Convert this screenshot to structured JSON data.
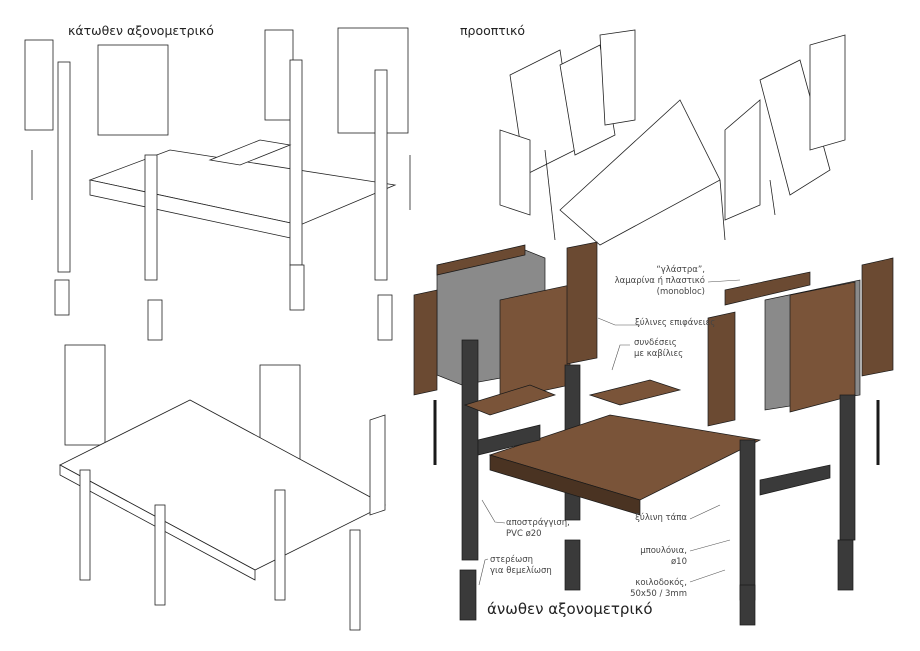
{
  "views": {
    "bottom_axonometric": "κάτωθεν αξονομετρικό",
    "perspective": "προοπτικό",
    "top_axonometric": "άνωθεν αξονομετρικό"
  },
  "annotations": {
    "planter_1": "“γλάστρα”,",
    "planter_2": "λαμαρίνα ή πλαστικό",
    "planter_3": "(monobloc)",
    "wood_surfaces": "ξύλινες επιφάνειες",
    "dowels_1": "συνδέσεις",
    "dowels_2": "με καβίλιες",
    "drainage_1": "αποστράγγιση,",
    "drainage_2": "PVC ø20",
    "anchoring_1": "στερέωση",
    "anchoring_2": "για θεμελίωση",
    "wood_cap": "ξύλινη τάπα",
    "bolts_1": "μπουλόνια,",
    "bolts_2": "ø10",
    "hollow_1": "κοιλοδοκός,",
    "hollow_2": "50x50 / 3mm"
  },
  "colors": {
    "wood": "#6b4a32",
    "wood_light": "#8a6346",
    "steel": "#3a3a3a",
    "planter": "#8a8a8a",
    "line": "#222222"
  }
}
